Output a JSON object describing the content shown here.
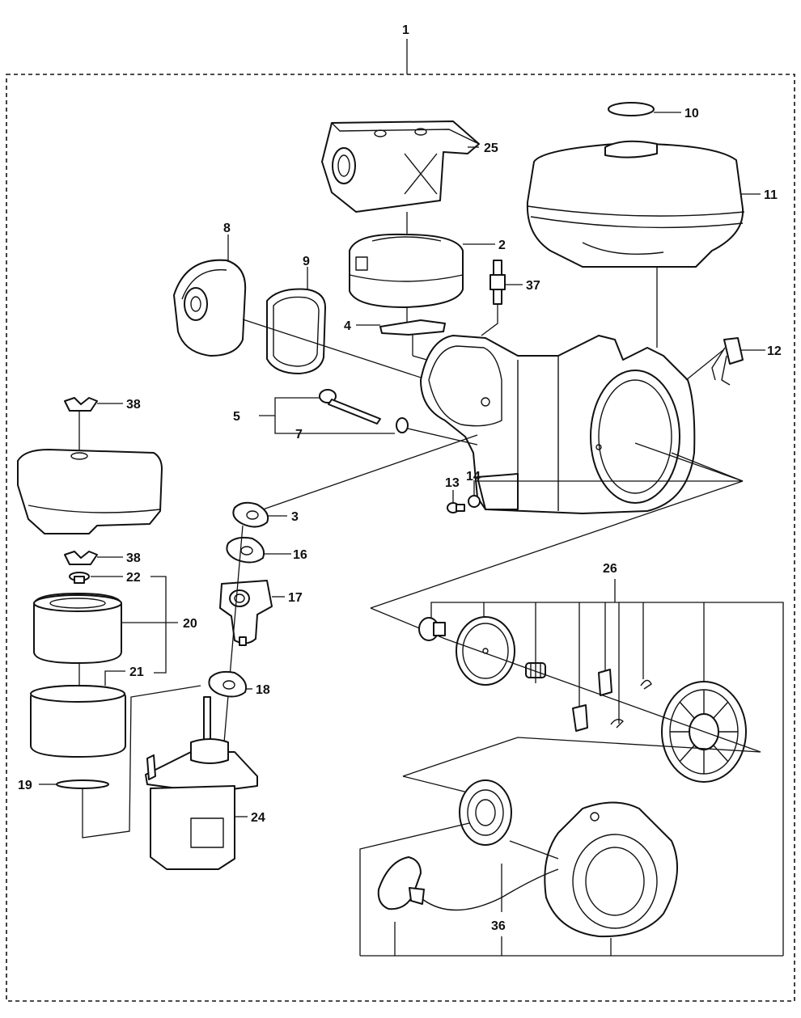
{
  "diagram": {
    "labels": {
      "main": "1",
      "p2": "2",
      "p3": "3",
      "p4": "4",
      "p5": "5",
      "p7": "7",
      "p8": "8",
      "p9": "9",
      "p10": "10",
      "p11": "11",
      "p12": "12",
      "p13": "13",
      "p14": "14",
      "p16": "16",
      "p17": "17",
      "p18": "18",
      "p19": "19",
      "p20": "20",
      "p21": "21",
      "p22": "22",
      "p24": "24",
      "p25": "25",
      "p26": "26",
      "p36": "36",
      "p37": "37",
      "p38a": "38",
      "p38b": "38"
    }
  }
}
